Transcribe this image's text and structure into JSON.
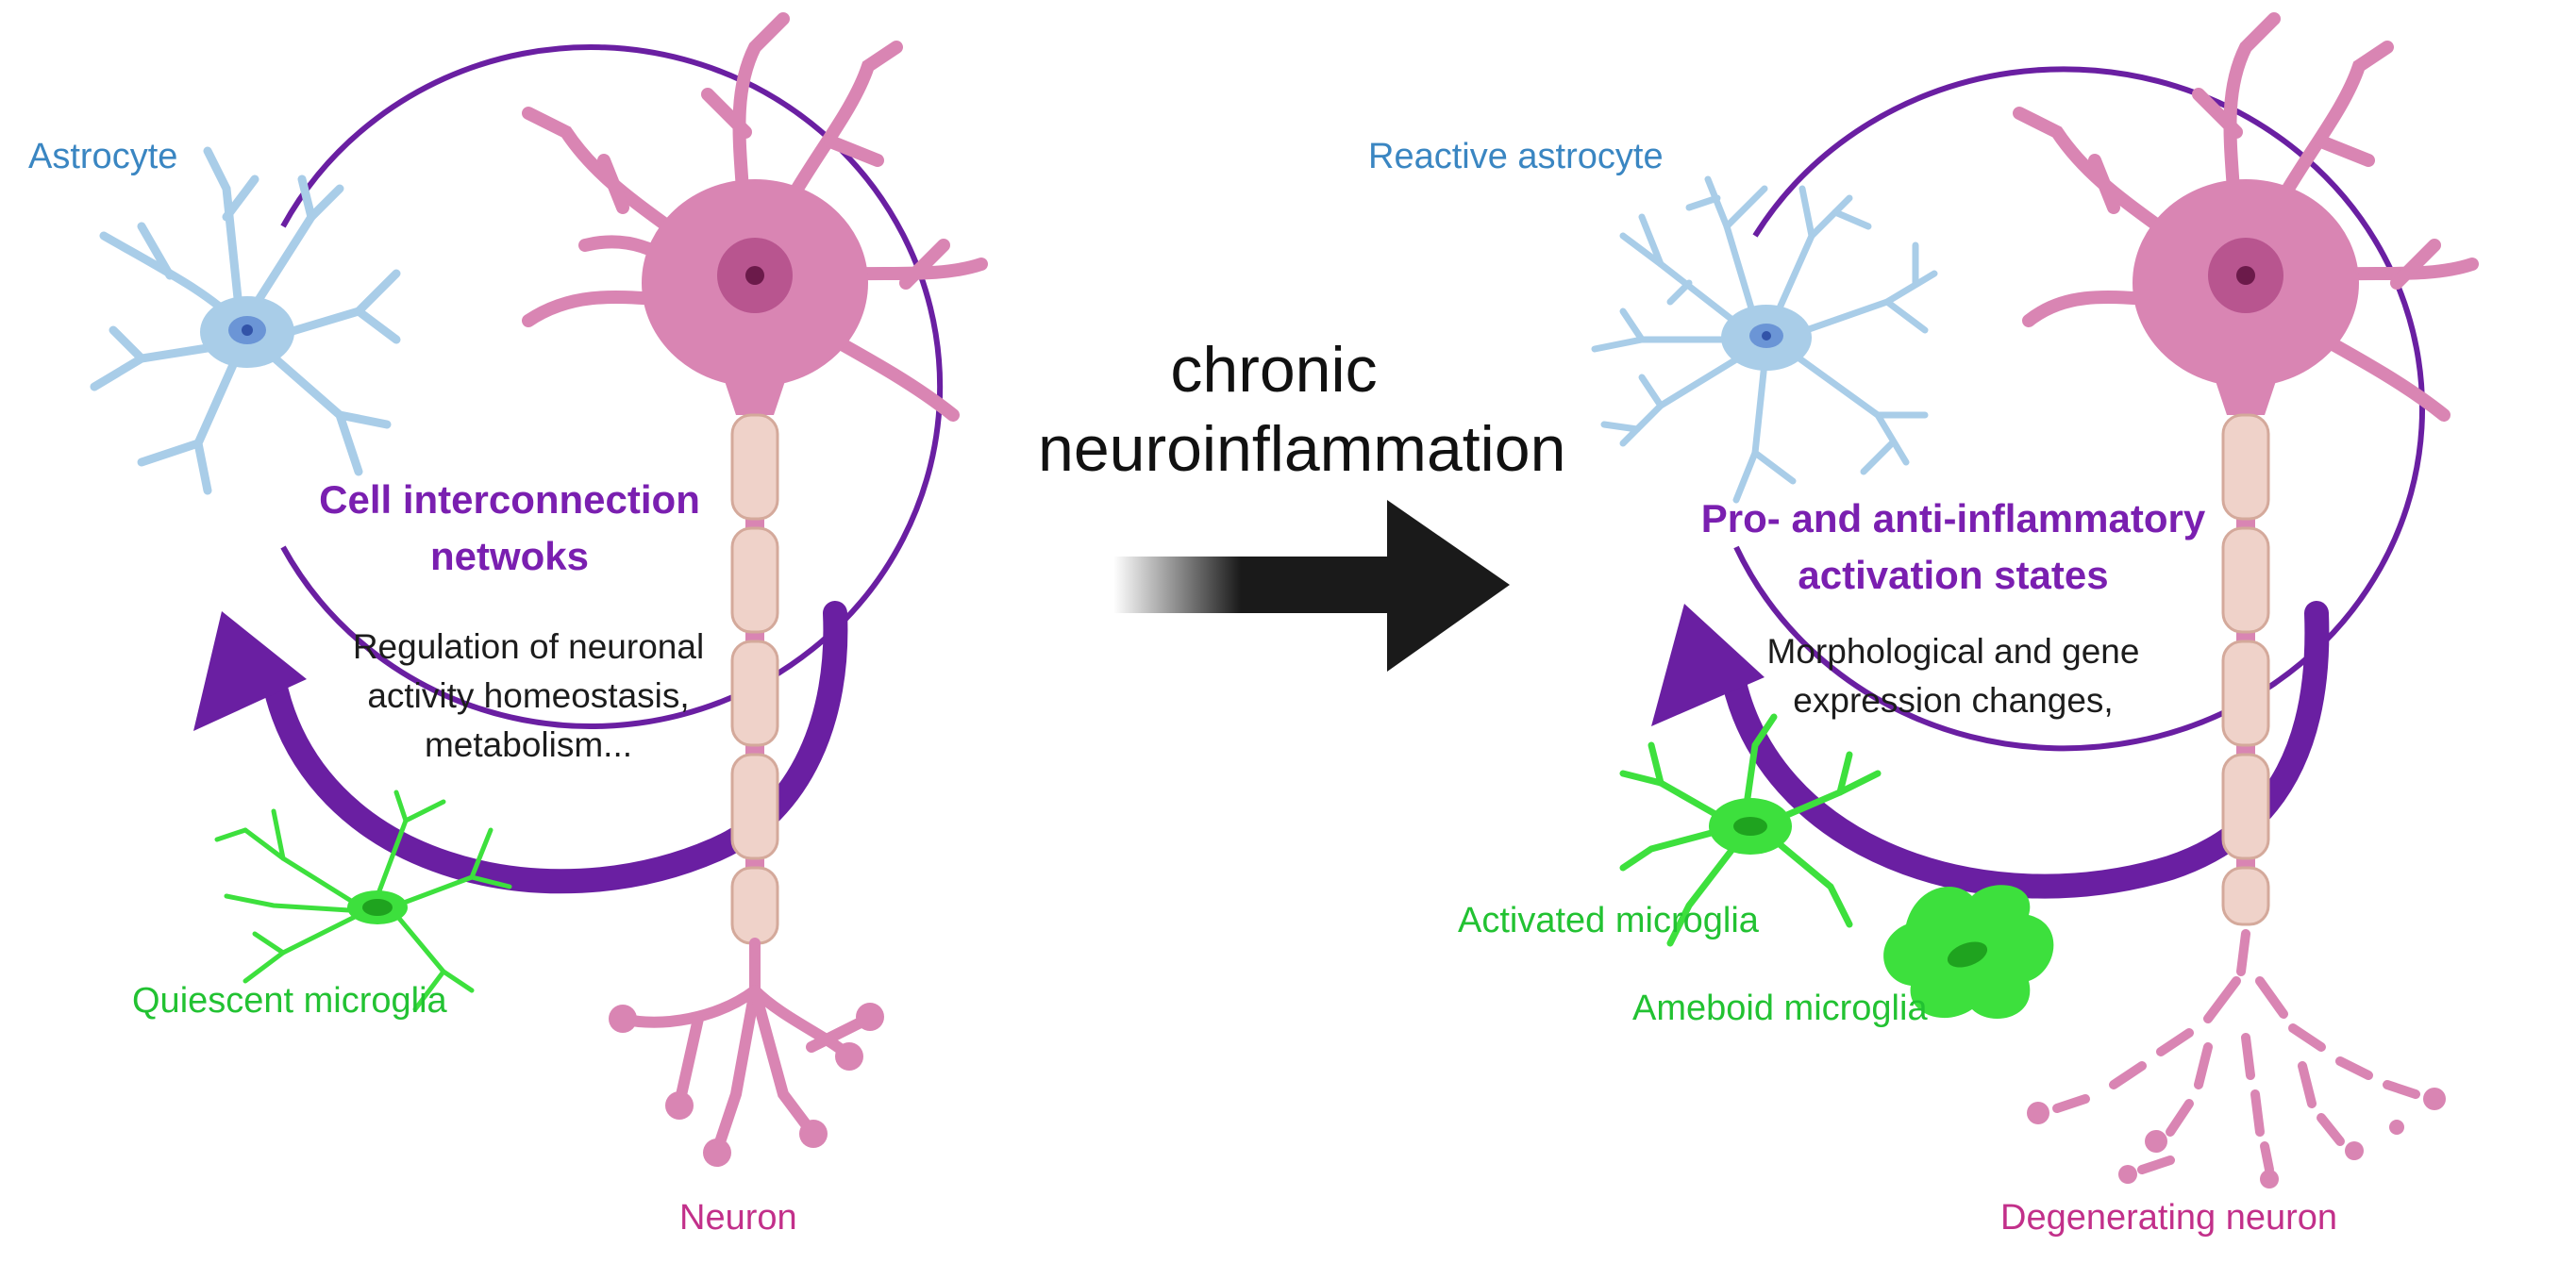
{
  "center": {
    "line1": "chronic",
    "line2": "neuroinflammation"
  },
  "left_panel": {
    "astrocyte_label": "Astrocyte",
    "title_line1": "Cell interconnection",
    "title_line2": "netwoks",
    "body_line1": "Regulation of neuronal",
    "body_line2": "activity homeostasis,",
    "body_line3": "metabolism...",
    "microglia_label": "Quiescent microglia",
    "neuron_label": "Neuron"
  },
  "right_panel": {
    "astrocyte_label": "Reactive astrocyte",
    "title_line1": "Pro- and anti-inflammatory",
    "title_line2": "activation states",
    "body_line1": "Morphological and gene",
    "body_line2": "expression changes,",
    "activated_label": "Activated microglia",
    "ameboid_label": "Ameboid microglia",
    "neuron_label": "Degenerating neuron"
  },
  "colors": {
    "astrocyte": "#a9cde8",
    "microglia": "#3de03d",
    "neuron": "#d985b3",
    "cycle_arrow": "#6a1fa2",
    "center_arrow": "#1a1a1a"
  }
}
